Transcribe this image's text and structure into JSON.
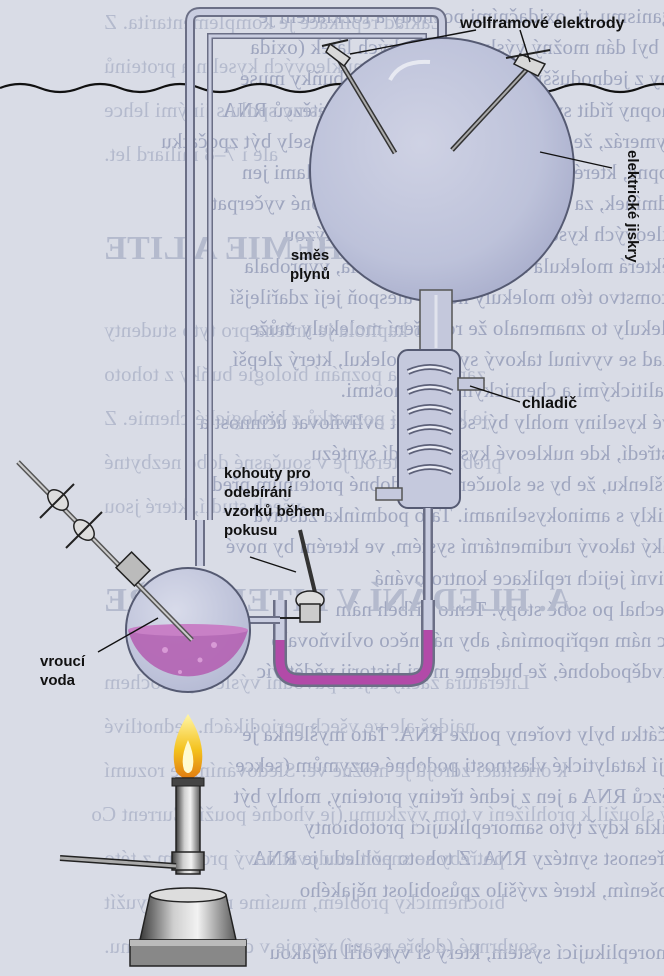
{
  "labels": {
    "electrodes": "wolframové elektrody",
    "sparks": "elektrické jiskry",
    "gas_mixture_1": "směs",
    "gas_mixture_2": "plynů",
    "condenser": "chladič",
    "taps_1": "kohouty pro",
    "taps_2": "odebírání",
    "taps_3": "vzorků během",
    "taps_4": "pokusu",
    "boiling_1": "vroucí",
    "boiling_2": "voda"
  },
  "background_text": {
    "left_lines": [
      "organismu, tj. oxidačními pochody a rozkladem je",
      "než byl dán možný výskyt organických látek (oxida",
      "ovíny z jednodušších sloučenin, proto se buňky muse",
      "schopny řídit syntézu komplementárních řetězců RNA",
      "polymeráz, že tyto jednoduché molekuly musely být zpočátku",
      "schopné, které musely být vytvořeny molekulami jen",
      "podmínek, za nichž vznikly molekuly schopné vyčerpat",
      "nukleových kyselin byla limitována hydrolýzou",
      "u některá molekula náhodně více narostla, vyprobala",
      "Potomstvo této molekuly neboť alespoň její zdařilejší",
      "molekuly to znamenalo že rozšíření molekuly může",
      "základ se vyvinul takový systém molekul, který zlepší",
      "katalitickými a chemickými vlastnostmi.",
      "nové kyseliny mohly být schopnost ovlivňovat účinnost a",
      "prostředí, kde nukleové kyseliny řídí syntézu",
      "myšlenku, že by se sloučeniny podobné proteinům před",
      "vznikly s aminokyselinami. Tato podmínka zůstává",
      "nějaký takový rudimentární systém, ve kterém by nové",
      "aktivní jejich replikace kontrolováná",
      "zanechal po sobě stopy. Tento příběh nám",
      "a nic nám nepřipomíná, aby nás něco ovlivňovalo",
      "pravděpodobné, že budeme moci historii vědět víc",
      "",
      "zpočátku byly tvořeny pouze RNA. Tato myšlenka je",
      "mají katalytické vlastnosti podobné enzymům (sekce",
      "řetězců RNA a jen z jedné třetiny proteiny, mohly být",
      "vznikla když tyto samoreplikující protobionty",
      "a přesnost syntézy RNA. Z tohoto pohledu je RNA",
      "zlepšením, které zvýšilo způsobilost nějakého",
      "",
      "samoreplikující systém, který si vytvořil nějakou"
    ],
    "right_lines": [
      "Základ replikace je komplementarita. Z",
      "podobnost nukleových kyselin a proteinů",
      "Mnohobuněčné organismy spolu s jinými lehce",
      "ale i 7–8 miliard let.",
      "",
      "5. BIOCHEMIE A LITE",
      "",
      "Tato kapitola je určena pro tyto studenty",
      "zaměřen na poznání biologie buňky z tohoto",
      "je k získání poznatků z biologické chemie. Z",
      "problému, kterou je v současné době nezbytné",
      "všech studií, které jsou",
      "",
      "A. HLEDÁNÍ V LITERATUŘE",
      "",
      "Literatura zachycující původní výsledky biochem",
      "najdeš ale ve všech periodikách. Jednotlivé",
      "k orientaci zdrojů je možné ve. Sledováním se rozumí",
      "který sloužil k prohlížení v tom výzkumu (je vhodné použít Current Co",
      "potřeby se snažit studovat nový problém z této",
      "biochemický problém, musíme nejdříve využít",
      "souhrnné (dobře psaní) vývoje v daném problému."
    ]
  }
}
